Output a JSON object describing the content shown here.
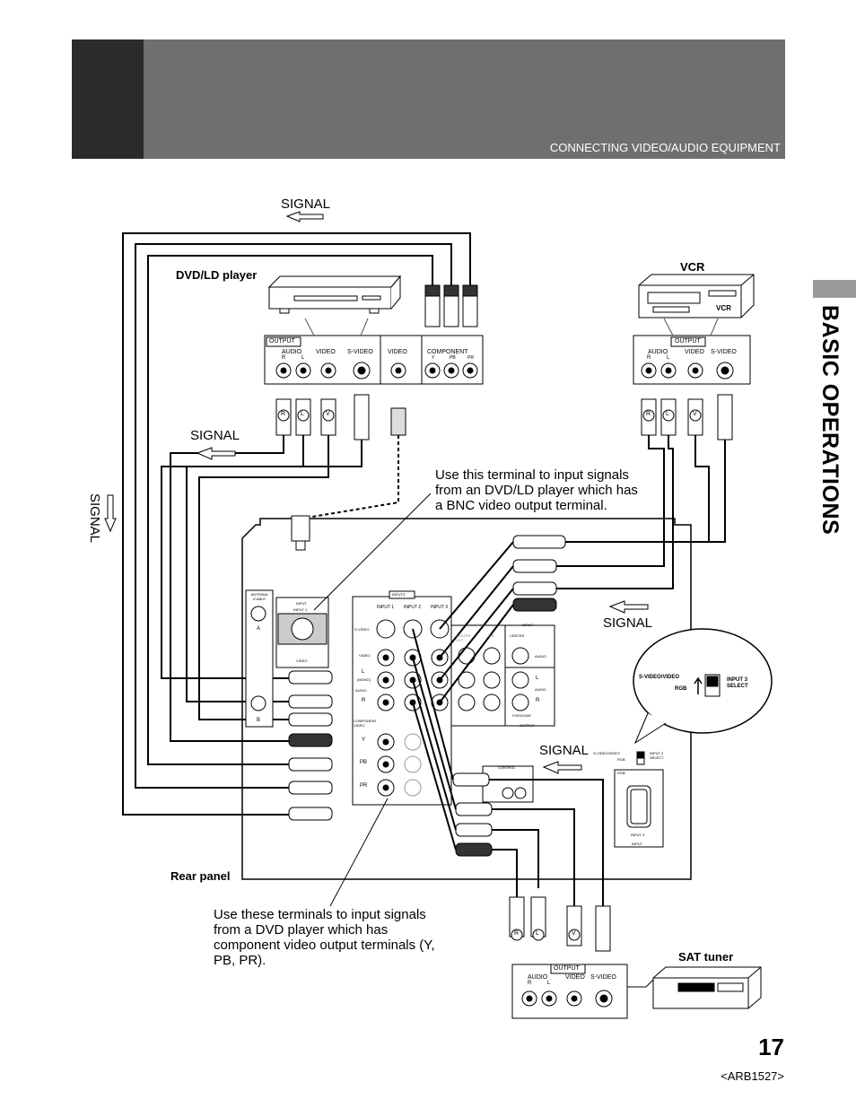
{
  "header": {
    "subtitle": "CONNECTING VIDEO/AUDIO EQUIPMENT"
  },
  "side": {
    "section_title": "BASIC OPERATIONS"
  },
  "labels": {
    "dvd_player": "DVD/LD player",
    "vcr": "VCR",
    "vcr_front": "VCR",
    "rear_panel": "Rear panel",
    "sat_tuner": "SAT tuner"
  },
  "signals": {
    "top": "SIGNAL",
    "left_mid": "SIGNAL",
    "left_vertical": "SIGNAL",
    "right_mid": "SIGNAL",
    "right_lower": "SIGNAL"
  },
  "callouts": {
    "bnc_note": "Use this terminal to input signals from an DVD/LD player which has a BNC video output terminal.",
    "component_note": "Use these terminals to input signals from a DVD player which has component video output terminals (Y, PB, PR)."
  },
  "dvd_panel": {
    "output": "OUTPUT",
    "audio": "AUDIO",
    "r": "R",
    "l": "L",
    "video": "VIDEO",
    "svideo": "S-VIDEO",
    "video2": "VIDEO",
    "component": "COMPONENT",
    "y": "Y",
    "pb": "PB",
    "pr": "PR"
  },
  "vcr_panel": {
    "output": "OUTPUT",
    "audio": "AUDIO",
    "r": "R",
    "l": "L",
    "video": "VIDEO",
    "svideo": "S-VIDEO"
  },
  "sat_panel": {
    "output": "OUTPUT",
    "audio": "AUDIO",
    "r": "R",
    "l": "L",
    "video": "VIDEO",
    "svideo": "S-VIDEO"
  },
  "plug_marks": {
    "r": "R",
    "l": "L",
    "v": "V"
  },
  "rear": {
    "antenna": "ANTENNA /CABLE",
    "a": "A",
    "b": "B",
    "input": "INPUT",
    "input1_small": "INPUT 1",
    "video": "VIDEO",
    "inputs": "INPUTS",
    "input1": "INPUT 1",
    "input2": "INPUT 2",
    "input3": "INPUT 3",
    "svideo": "S-VIDEO",
    "video_row": "VIDEO",
    "l": "L",
    "mono": "(MONO)",
    "audio": "AUDIO",
    "r": "R",
    "component_video": "COMPONENT VIDEO",
    "y": "Y",
    "pb": "PB",
    "pr": "PR",
    "output_top": "OUTPUT",
    "center_out": "CENTER OUT",
    "sw": "SW",
    "input_small": "INPUT",
    "center": "CENTER",
    "audio_small": "AUDIO",
    "audio_small2": "AUDIO",
    "l_out": "L",
    "r_out": "R",
    "fixed_var": "FIXED/VAR",
    "output_bottom": "OUTPUT",
    "control": "CONTROL",
    "svideo_video": "S-VIDEO/VIDEO",
    "rgb": "RGB",
    "input2_select": "INPUT 2 SELECT",
    "rgb_label": "RGB",
    "input_bottom": "INPUT"
  },
  "balloon": {
    "svideo_video": "S-VIDEO/VIDEO",
    "rgb": "RGB",
    "input3_select": "INPUT 3 SELECT"
  },
  "footer": {
    "page_number": "17",
    "code": "<ARB1527>"
  }
}
